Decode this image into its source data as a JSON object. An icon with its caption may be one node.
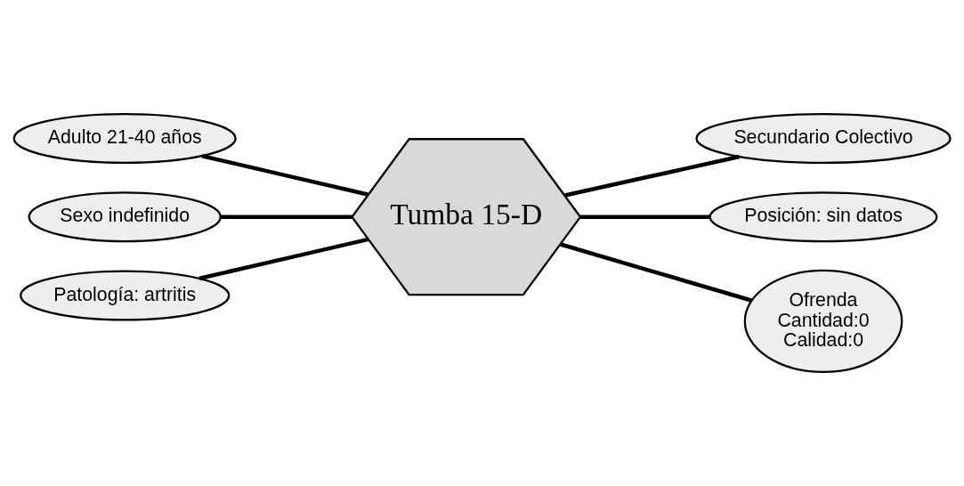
{
  "diagram": {
    "nodes": [
      {
        "text": [
          "Adulto 21-40 años"
        ]
      },
      {
        "text": [
          "Sexo indefinido"
        ]
      },
      {
        "text": [
          "Patología: artritis"
        ]
      },
      {
        "text": [
          "Tumba 15-D"
        ]
      },
      {
        "text": [
          "Secundario Colectivo"
        ]
      },
      {
        "text": [
          "Posición: sin datos"
        ]
      },
      {
        "text": [
          "Ofrenda",
          "Cantidad:0",
          "Calidad:0"
        ]
      }
    ],
    "edges": [
      {
        "from": 0,
        "to": 3,
        "arrow": "none"
      },
      {
        "from": 1,
        "to": 3,
        "arrow": "none"
      },
      {
        "from": 2,
        "to": 3,
        "arrow": "none"
      },
      {
        "from": 3,
        "to": 4,
        "arrow": "none"
      },
      {
        "from": 3,
        "to": 5,
        "arrow": "none"
      },
      {
        "from": 3,
        "to": 6,
        "arrow": "none"
      }
    ]
  }
}
